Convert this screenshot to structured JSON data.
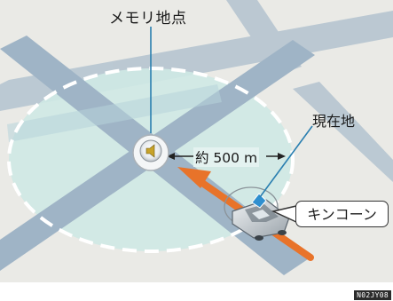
{
  "labels": {
    "memory_point": "メモリ地点",
    "current_location": "現在地",
    "distance": "約 500 m",
    "chime": "キンコーン",
    "figure_code": "N02JY08"
  },
  "icons": [
    "memory-point-icon",
    "vehicle-icon",
    "direction-arrow-icon",
    "current-position-icon"
  ],
  "colors": {
    "map_background": "#eaeae6",
    "road": "#9fb4c6",
    "zone_fill": "#cfe9e4",
    "zone_border": "#ffffff",
    "direction_arrow": "#e8732a",
    "leader_line": "#2a7fb0"
  }
}
